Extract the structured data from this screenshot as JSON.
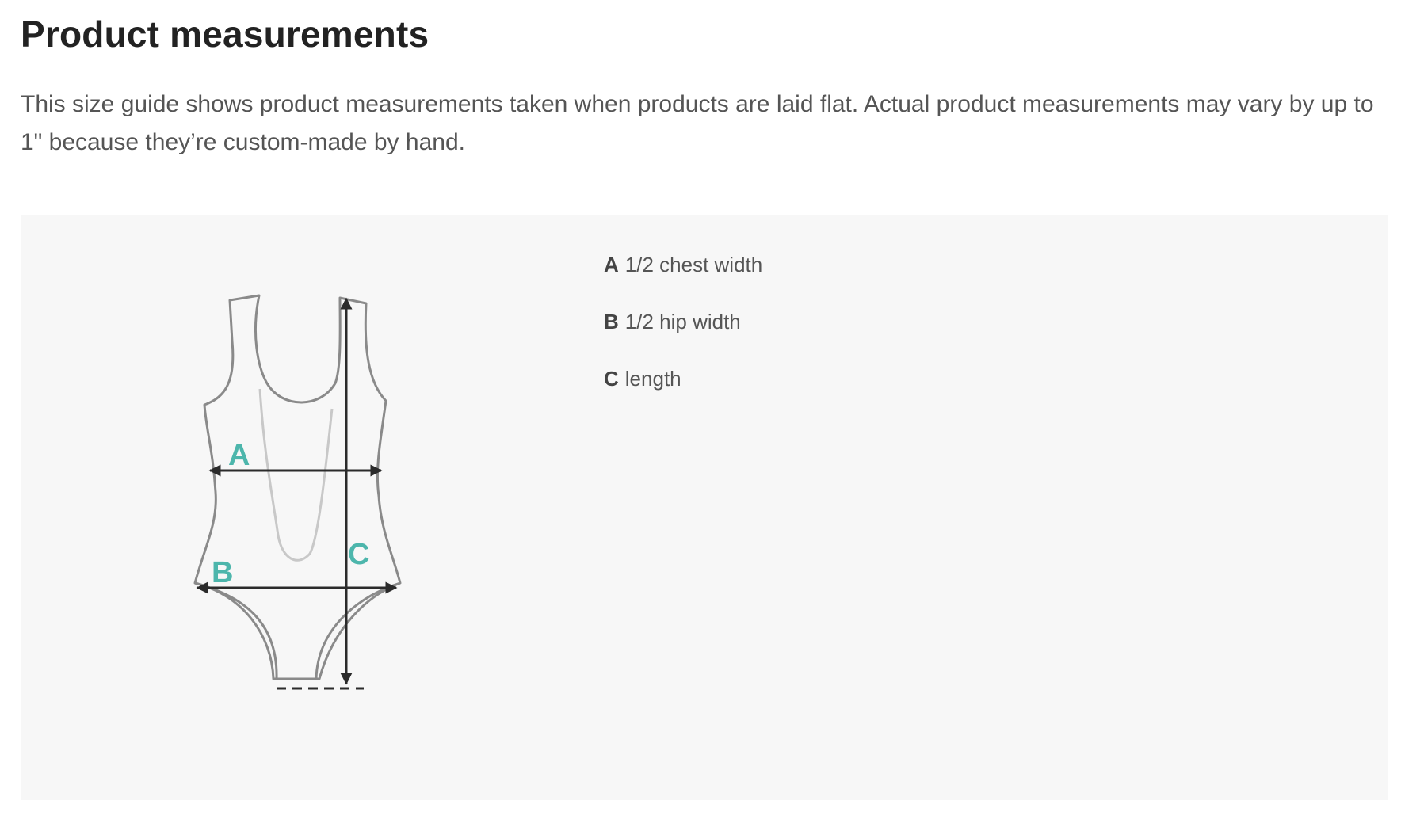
{
  "title": "Product measurements",
  "intro": "This size guide shows product measurements taken when products are laid flat. Actual product measurements may vary by up to 1\" because they’re custom-made by hand.",
  "diagram": {
    "labels": {
      "a": "A",
      "b": "B",
      "c": "C"
    },
    "colors": {
      "outline": "#8a8a8a",
      "back_neckline": "#c8c8c8",
      "arrow": "#2b2b2b",
      "label": "#4db6ac"
    }
  },
  "legend": [
    {
      "letter": "A",
      "text": "1/2 chest width"
    },
    {
      "letter": "B",
      "text": "1/2 hip width"
    },
    {
      "letter": "C",
      "text": "length"
    }
  ],
  "colors": {
    "heading": "#222222",
    "body_text": "#555555",
    "panel_background": "#f7f7f7"
  }
}
